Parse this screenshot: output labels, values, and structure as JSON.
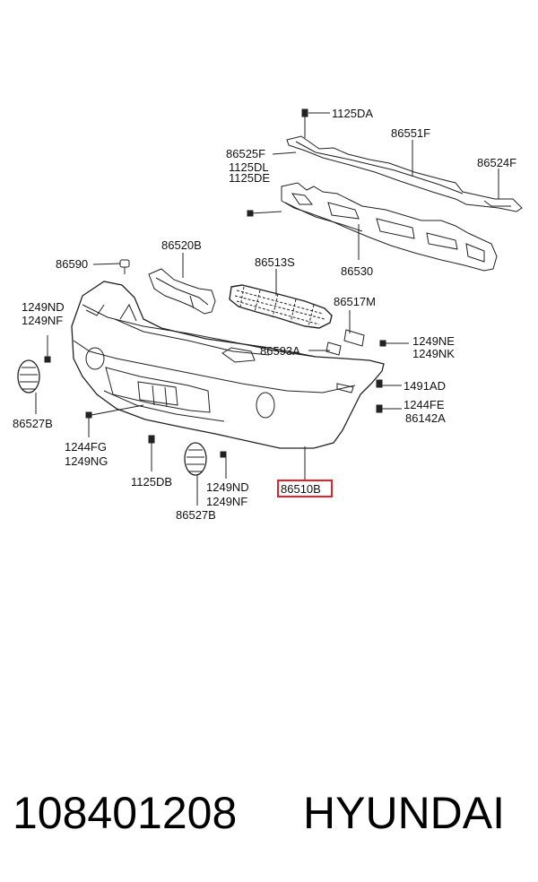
{
  "callouts": {
    "c1125DA": "1125DA",
    "c86551F": "86551F",
    "c86525F": "86525F",
    "c1125DL": "1125DL",
    "c1125DE": "1125DE",
    "c86524F": "86524F",
    "c86520B": "86520B",
    "c86513S": "86513S",
    "c86590": "86590",
    "c86530": "86530",
    "c1249ND_a": "1249ND",
    "c1249NF_a": "1249NF",
    "c86517M": "86517M",
    "c86593A": "86593A",
    "c1249NE": "1249NE",
    "c1249NK": "1249NK",
    "c1491AD": "1491AD",
    "c1244FE": "1244FE",
    "c86142A": "86142A",
    "c86527B_a": "86527B",
    "c1244FG": "1244FG",
    "c1249NG": "1249NG",
    "c1125DB": "1125DB",
    "c1249ND_b": "1249ND",
    "c1249NF_b": "1249NF",
    "c86527B_b": "86527B",
    "c86510B": "86510B"
  },
  "highlight_color": "#e8202a",
  "footer": {
    "part_number": "108401208",
    "brand": "HYUNDAI"
  }
}
